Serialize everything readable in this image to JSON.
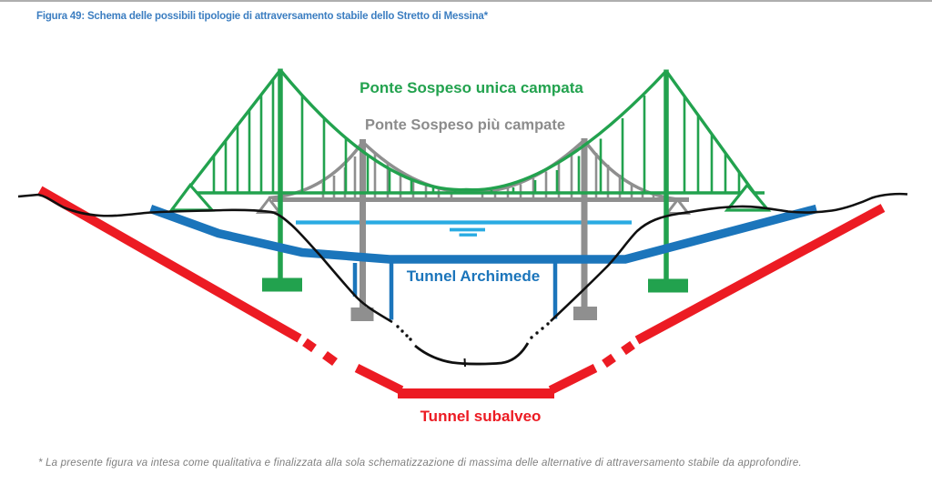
{
  "page": {
    "title": "Figura 49: Schema delle possibili tipologie di attraversamento stabile dello Stretto di Messina*",
    "footnote": "* La presente figura va intesa come qualitativa e finalizzata alla sola schematizzazione di massima delle alternative di attraversamento stabile da approfondire."
  },
  "diagram": {
    "alternatives": [
      {
        "id": "ponte-sospeso-unica-campata",
        "label": "Ponte Sospeso unica campata",
        "color": "#22A24E"
      },
      {
        "id": "ponte-sospeso-piu-campate",
        "label": "Ponte Sospeso più campate",
        "color": "#8F8F8F"
      },
      {
        "id": "tunnel-archimede",
        "label": "Tunnel Archimede",
        "color": "#1B75BB"
      },
      {
        "id": "tunnel-subalveo",
        "label": "Tunnel subalveo",
        "color": "#EC1B23"
      }
    ],
    "palette": {
      "green": "#22A24E",
      "gray": "#8F8F8F",
      "graylabel": "#8C8C8C",
      "blue": "#1B75BB",
      "lightblue": "#29ABE2",
      "red": "#EC1B23",
      "black": "#101010",
      "title": "#3C7EC1",
      "footnote": "#7F7F7F"
    }
  }
}
